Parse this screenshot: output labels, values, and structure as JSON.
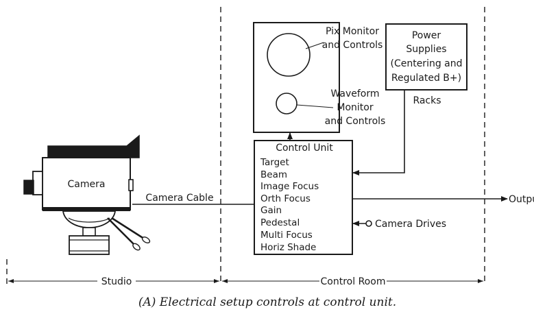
{
  "labels": {
    "pix_monitor": [
      "Pix Monitor",
      "and Controls"
    ],
    "waveform_monitor": [
      "Waveform",
      "Monitor",
      "and Controls"
    ],
    "power_supplies": [
      "Power",
      "Supplies",
      "(Centering and",
      "Regulated B+)"
    ],
    "racks": "Racks",
    "control_unit_title": "Control Unit",
    "control_unit_items": [
      "Target",
      "Beam",
      "Image Focus",
      "Orth Focus",
      "Gain",
      "Pedestal",
      "Multi Focus",
      "Horiz Shade"
    ],
    "camera": "Camera",
    "camera_cable": "Camera Cable",
    "output": "Output",
    "camera_drives": "Camera Drives",
    "studio": "Studio",
    "control_room": "Control Room"
  },
  "caption": "(A) Electrical setup controls at control unit."
}
